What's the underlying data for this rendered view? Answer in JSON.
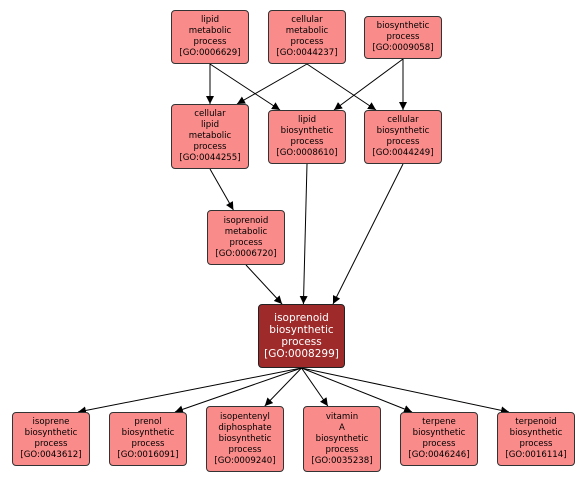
{
  "colors": {
    "node_fill": "#f98c8a",
    "focus_fill": "#9e2a2a",
    "border": "#333333",
    "edge": "#000000"
  },
  "nodes": {
    "n0006629": {
      "lines": [
        "lipid",
        "metabolic",
        "process",
        "[GO:0006629]"
      ]
    },
    "n0044237": {
      "lines": [
        "cellular",
        "metabolic",
        "process",
        "[GO:0044237]"
      ]
    },
    "n0009058": {
      "lines": [
        "biosynthetic",
        "process",
        "[GO:0009058]"
      ]
    },
    "n0044255": {
      "lines": [
        "cellular",
        "lipid",
        "metabolic",
        "process",
        "[GO:0044255]"
      ]
    },
    "n0008610": {
      "lines": [
        "lipid",
        "biosynthetic",
        "process",
        "[GO:0008610]"
      ]
    },
    "n0044249": {
      "lines": [
        "cellular",
        "biosynthetic",
        "process",
        "[GO:0044249]"
      ]
    },
    "n0006720": {
      "lines": [
        "isoprenoid",
        "metabolic",
        "process",
        "[GO:0006720]"
      ]
    },
    "n0008299": {
      "lines": [
        "isoprenoid",
        "biosynthetic",
        "process",
        "[GO:0008299]"
      ]
    },
    "n0043612": {
      "lines": [
        "isoprene",
        "biosynthetic",
        "process",
        "[GO:0043612]"
      ]
    },
    "n0016091": {
      "lines": [
        "prenol",
        "biosynthetic",
        "process",
        "[GO:0016091]"
      ]
    },
    "n0009240": {
      "lines": [
        "isopentenyl",
        "diphosphate",
        "biosynthetic",
        "process",
        "[GO:0009240]"
      ]
    },
    "n0035238": {
      "lines": [
        "vitamin",
        "A",
        "biosynthetic",
        "process",
        "[GO:0035238]"
      ]
    },
    "n0046246": {
      "lines": [
        "terpene",
        "biosynthetic",
        "process",
        "[GO:0046246]"
      ]
    },
    "n0016114": {
      "lines": [
        "terpenoid",
        "biosynthetic",
        "process",
        "[GO:0016114]"
      ]
    }
  },
  "edges": [
    [
      "n0006629",
      "n0044255"
    ],
    [
      "n0006629",
      "n0008610"
    ],
    [
      "n0044237",
      "n0044255"
    ],
    [
      "n0044237",
      "n0044249"
    ],
    [
      "n0009058",
      "n0008610"
    ],
    [
      "n0009058",
      "n0044249"
    ],
    [
      "n0044255",
      "n0006720"
    ],
    [
      "n0006720",
      "n0008299"
    ],
    [
      "n0008610",
      "n0008299"
    ],
    [
      "n0044249",
      "n0008299"
    ],
    [
      "n0008299",
      "n0043612"
    ],
    [
      "n0008299",
      "n0016091"
    ],
    [
      "n0008299",
      "n0009240"
    ],
    [
      "n0008299",
      "n0035238"
    ],
    [
      "n0008299",
      "n0046246"
    ],
    [
      "n0008299",
      "n0016114"
    ]
  ]
}
